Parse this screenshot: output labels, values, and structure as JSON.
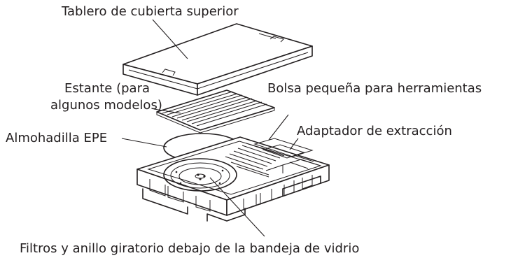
{
  "labels": {
    "top_lid": "Tablero de cubierta superior",
    "shelf_line1": "Estante (para",
    "shelf_line2": "algunos modelos)",
    "tool_bag": "Bolsa pequeña para herramientas",
    "epe_pad": "Almohadilla EPE",
    "extraction_adapter": "Adaptador de extracción",
    "filters_ring": "Filtros y anillo giratorio debajo de la bandeja de vidrio"
  },
  "colors": {
    "ink": "#231f20",
    "background": "#ffffff"
  }
}
